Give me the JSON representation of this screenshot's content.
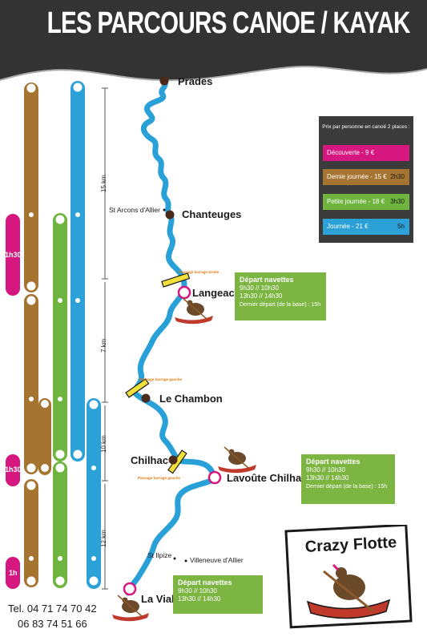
{
  "title": "LES PARCOURS CANOE / KAYAK",
  "colors": {
    "decouverte": "#d5177f",
    "demi": "#a57431",
    "petite": "#6fb43f",
    "journee": "#2ba1d8",
    "river": "#2aa0d8",
    "header": "#333333",
    "navette": "#7cb542",
    "price_bg": "#3b3b3b"
  },
  "towns": {
    "prades": "Prades",
    "st_arcons": "St Arcons d'Allier",
    "chanteuges": "Chanteuges",
    "langeac": "Langeac",
    "le_chambon": "Le Chambon",
    "chilhac": "Chilhac",
    "lavoute": "Lavoûte Chilhac",
    "st_ilpize": "St Ilpize",
    "villeneuve": "Villeneuve d'Allier",
    "la_vialette": "La Vialette"
  },
  "portages": {
    "langeac": "Passage barrage Droite",
    "chambon": "Passage barrage gauche",
    "chilhac": "Passage barrage gauche"
  },
  "distances": [
    "15 km",
    "7 km",
    "10 km",
    "12 km"
  ],
  "prices": {
    "header": "Prix par personne en canoë 2 places :",
    "rows": [
      {
        "label": "Découverte - 9 €",
        "duration": "",
        "color": "#d5177f"
      },
      {
        "label": "Demie journée - 15 €",
        "duration": "2h30",
        "color": "#a57431"
      },
      {
        "label": "Petite journée - 18 €",
        "duration": "3h30",
        "color": "#6fb43f"
      },
      {
        "label": "Journée - 21 €",
        "duration": "5h",
        "color": "#2ba1d8"
      }
    ]
  },
  "navettes": [
    {
      "title": "Départ navettes",
      "line1": "9h30 // 10h30",
      "line2": "13h30 // 14h30",
      "line3": "Dernier départ (de la base) : 15h"
    },
    {
      "title": "Départ navettes",
      "line1": "9h30 // 10h30",
      "line2": "13h30 // 14h30",
      "line3": "Dernier départ (de la base) : 15h"
    },
    {
      "title": "Départ navettes",
      "line1": "9h30 // 10h30",
      "line2": "13h30 // 14h30"
    }
  ],
  "bar_labels": [
    "1h30",
    "1h30",
    "1h"
  ],
  "phone": {
    "line1": "Tel. 04 71 74 70 42",
    "line2": "06 83 74 51 66"
  },
  "logo": "Crazy Flotte"
}
